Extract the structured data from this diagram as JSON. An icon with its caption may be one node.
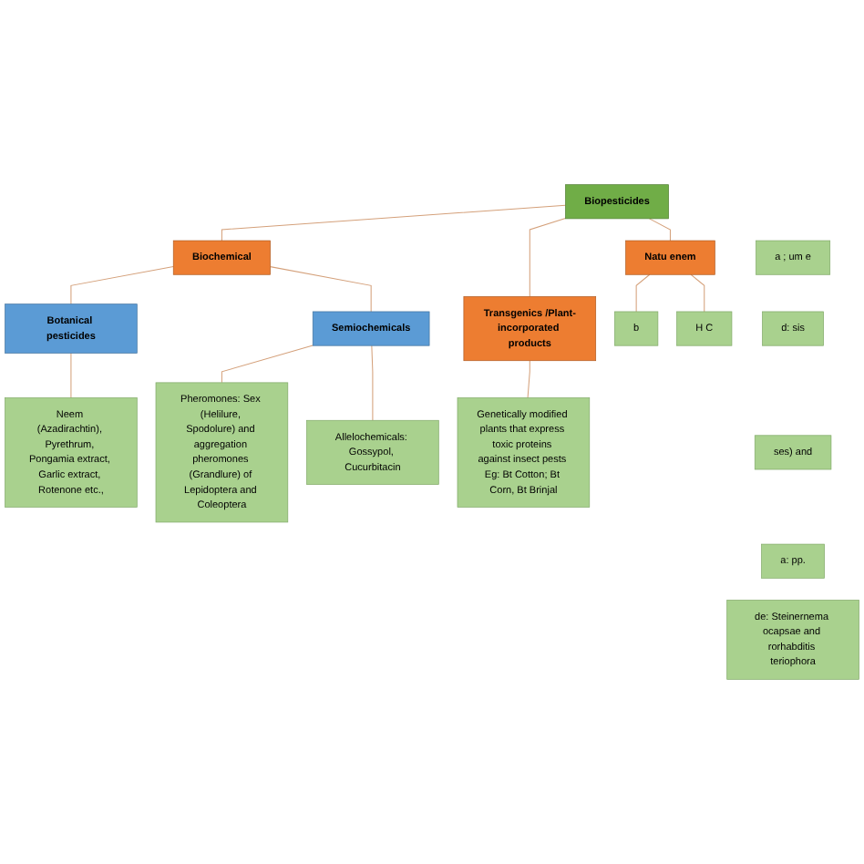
{
  "diagram": {
    "nodes": [
      {
        "text": [
          "Biopesticides"
        ]
      },
      {
        "text": [
          "Biochemical"
        ]
      },
      {
        "text": [
          "Transgenics /Plant-incorporated products"
        ]
      },
      {
        "text": [
          "Natu enem"
        ]
      },
      {
        "text": [
          "Botanical pesticides"
        ]
      },
      {
        "text": [
          "Semiochemicals"
        ]
      },
      {
        "text": [
          "Neem (Azadirachtin), Pyrethrum, Pongamia extract, Garlic extract, Rotenone etc.,"
        ]
      },
      {
        "text": [
          "Pheromones: Sex (Helilure, Spodolure) and aggregation pheromones (Grandlure) of Lepidoptera and Coleoptera"
        ]
      },
      {
        "text": [
          "Allelochemicals: Gossypol, Cucurbitacin"
        ]
      },
      {
        "text": [
          "Genetically modified plants that express toxic proteins against insect pests Eg: Bt Cotton; Bt Corn, Bt Brinjal"
        ]
      },
      {
        "text": [
          "b"
        ]
      },
      {
        "text": [
          "H C"
        ]
      },
      {
        "text": [
          "a ; um e"
        ]
      },
      {
        "text": [
          "d: sis"
        ]
      },
      {
        "text": [
          "ses) and"
        ]
      },
      {
        "text": [
          "a: pp."
        ]
      },
      {
        "text": [
          "de: Steinernema ocapsae and rorhabditis teriophora"
        ]
      }
    ],
    "edges": [
      {
        "from": 0,
        "to": 1,
        "arrow": "none"
      },
      {
        "from": 0,
        "to": 2,
        "arrow": "none"
      },
      {
        "from": 0,
        "to": 3,
        "arrow": "none"
      },
      {
        "from": 1,
        "to": 4,
        "arrow": "none"
      },
      {
        "from": 1,
        "to": 5,
        "arrow": "none"
      },
      {
        "from": 4,
        "to": 6,
        "arrow": "none"
      },
      {
        "from": 5,
        "to": 7,
        "arrow": "none"
      },
      {
        "from": 5,
        "to": 8,
        "arrow": "none"
      },
      {
        "from": 2,
        "to": 9,
        "arrow": "none"
      },
      {
        "from": 3,
        "to": 10,
        "arrow": "none"
      },
      {
        "from": 3,
        "to": 11,
        "arrow": "none"
      }
    ]
  }
}
